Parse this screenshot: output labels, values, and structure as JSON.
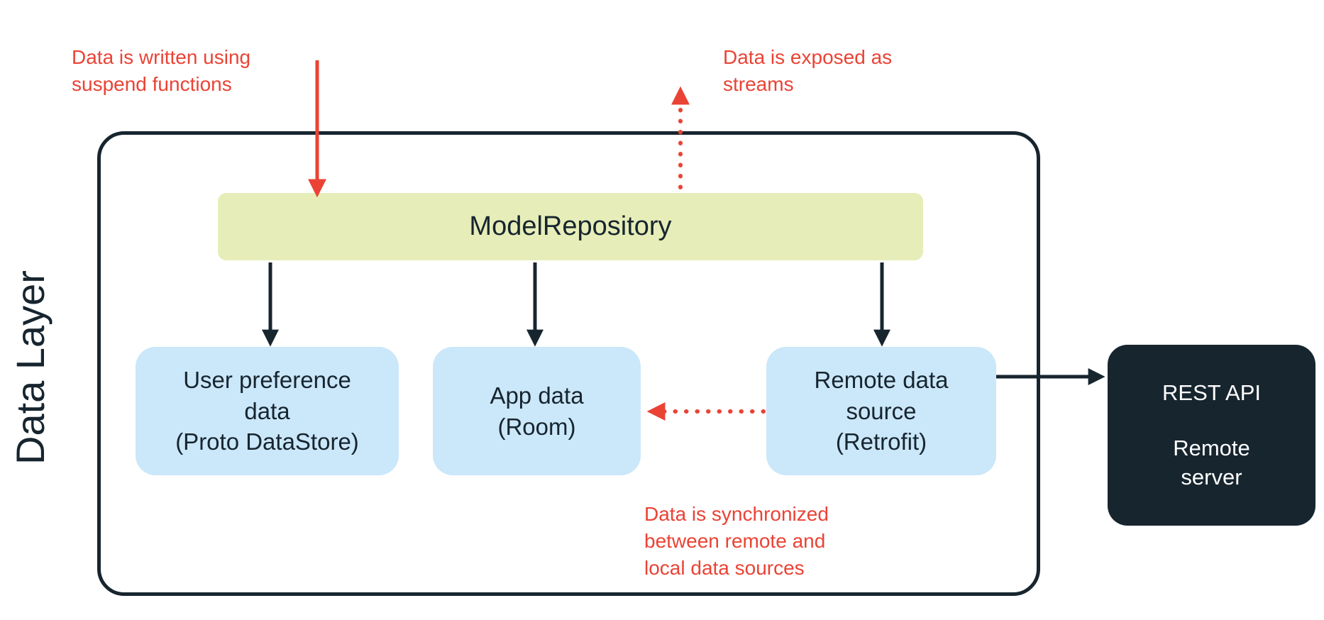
{
  "diagram": {
    "side_label": "Data Layer",
    "annotations": {
      "write": "Data is written using\nsuspend functions",
      "expose": "Data is exposed as\nstreams",
      "sync": "Data is synchronized\nbetween remote and\nlocal data sources"
    },
    "nodes": {
      "repository": "ModelRepository",
      "user_preference": "User preference\ndata\n(Proto DataStore)",
      "app_data": "App data\n(Room)",
      "remote_source": "Remote data\nsource\n(Retrofit)",
      "rest_api": "REST API",
      "remote_server": "Remote\nserver"
    },
    "colors": {
      "navy": "#17252F",
      "light_blue": "#CBE7FA",
      "light_green": "#E7EDB8",
      "red": "#EA4335"
    }
  }
}
